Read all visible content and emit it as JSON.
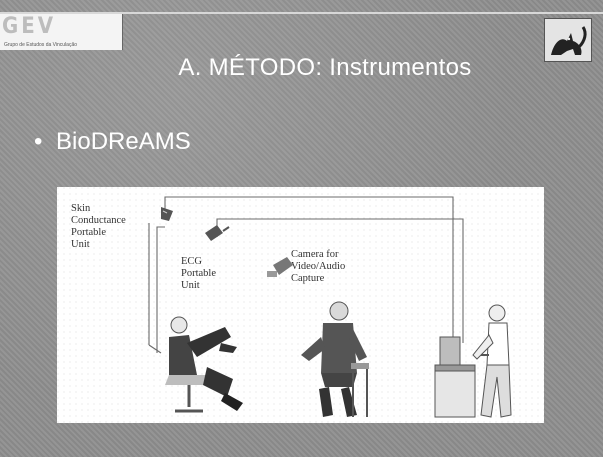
{
  "header": {
    "logo_text": "GEV",
    "logo_subtitle": "Grupo de Estudos da Vinculação",
    "title": "A. MÉTODO: Instrumentos"
  },
  "bullets": [
    "BioDReAMS"
  ],
  "diagram": {
    "label_skin": "Skin\nConductance\nPortable\nUnit",
    "label_ecg": "ECG\nPortable\nUnit",
    "label_camera": "Camera for\nVideo/Audio\nCapture"
  }
}
